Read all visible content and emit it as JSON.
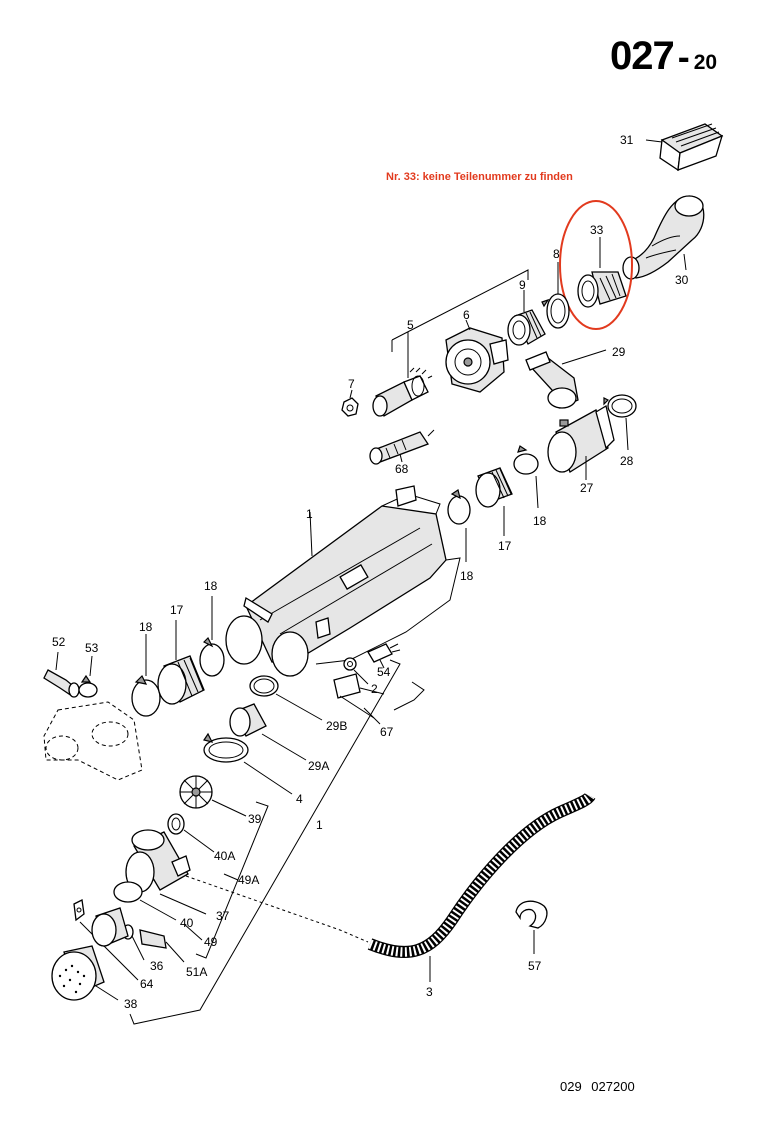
{
  "header": {
    "page_number": "027",
    "separator": "-",
    "page_suffix": "20"
  },
  "note": {
    "text": "Nr. 33: keine Teilenummer zu finden",
    "color": "#e23a1e"
  },
  "footer": {
    "reference": "029 027200"
  },
  "callouts": [
    "31",
    "33",
    "30",
    "8",
    "9",
    "6",
    "5",
    "29",
    "7",
    "68",
    "27",
    "28",
    "18",
    "17",
    "1",
    "52",
    "53",
    "54",
    "2",
    "29B",
    "67",
    "29A",
    "4",
    "39",
    "40A",
    "49A",
    "37",
    "40",
    "49",
    "36",
    "51A",
    "64",
    "38",
    "3",
    "57"
  ],
  "colors": {
    "line": "#000000",
    "highlight": "#e23a1e",
    "background": "#ffffff"
  }
}
